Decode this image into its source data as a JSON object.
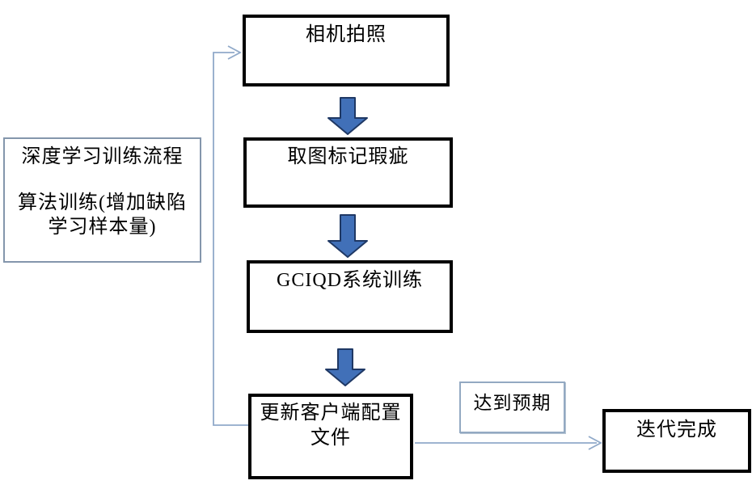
{
  "panel": {
    "line1": "深度学习训练流程",
    "line2": "算法训练(增加缺陷",
    "line3": "学习样本量)"
  },
  "flow": {
    "step1": "相机拍照",
    "step2": "取图标记瑕疵",
    "step3": "GCIQD系统训练",
    "step4_line1": "更新客户端配置",
    "step4_line2": "文件",
    "edge_label": "达到预期",
    "result": "迭代完成"
  },
  "colors": {
    "background": "#ffffff",
    "node_border": "#000000",
    "panel_border": "#8496ac",
    "edge_label_border": "#93a9c2",
    "connector": "#90a9c9",
    "block_arrow_fill": "#4170b8",
    "block_arrow_border": "#1f3864",
    "text": "#000000"
  }
}
